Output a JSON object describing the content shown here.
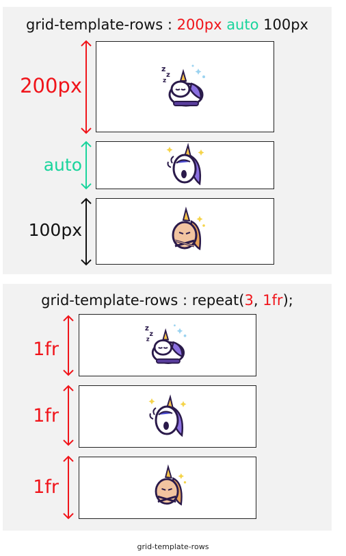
{
  "colors": {
    "red": "#f0141a",
    "teal": "#19d49c",
    "black": "#111111"
  },
  "panel1": {
    "title": {
      "prefix": "grid-template-rows : ",
      "v1": "200px",
      "v2": "auto",
      "v3": "100px"
    },
    "rows": [
      {
        "label": "200px",
        "icon": "sleeping-unicorn-icon"
      },
      {
        "label": "auto",
        "icon": "crying-unicorn-icon"
      },
      {
        "label": "100px",
        "icon": "angry-unicorn-icon"
      }
    ]
  },
  "panel2": {
    "title": {
      "prefix": "grid-template-rows : repeat(",
      "v1": "3",
      "sep": ", ",
      "v2": "1fr",
      "suffix": ");"
    },
    "rows": [
      {
        "label": "1fr",
        "icon": "sleeping-unicorn-icon"
      },
      {
        "label": "1fr",
        "icon": "crying-unicorn-icon"
      },
      {
        "label": "1fr",
        "icon": "angry-unicorn-icon"
      }
    ]
  },
  "caption": "grid-template-rows"
}
